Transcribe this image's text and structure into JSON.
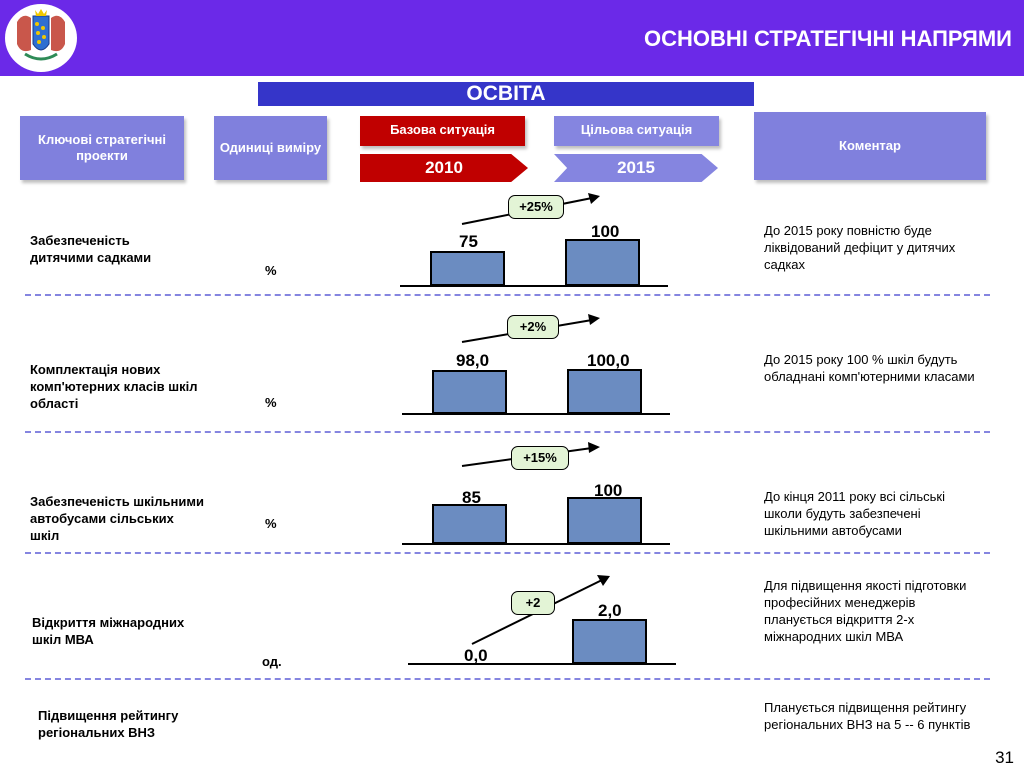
{
  "header": {
    "title": "ОСНОВНІ СТРАТЕГІЧНІ НАПРЯМИ",
    "logo_icon": "dnipropetrovsk-oblast-coat-of-arms"
  },
  "section": {
    "title": "ОСВІТА"
  },
  "columns": {
    "projects": "Ключові стратегічні проекти",
    "units": "Одиниці виміру",
    "base_situation": "Базова ситуація",
    "target_situation": "Цільова ситуація",
    "comment": "Коментар",
    "base_year": "2010",
    "target_year": "2015"
  },
  "rows": [
    {
      "project": "Забезпеченість дитячими садками",
      "unit": "%",
      "base": "75",
      "target": "100",
      "change": "+25%",
      "base_value": 75,
      "target_value": 100,
      "comment": "До 2015 року повністю буде ліквідований дефіцит у дитячих садках"
    },
    {
      "project": "Комплектація нових комп'ютерних класів шкіл області",
      "unit": "%",
      "base": "98,0",
      "target": "100,0",
      "change": "+2%",
      "base_value": 98,
      "target_value": 100,
      "comment": "До 2015 року 100 % шкіл будуть обладнані комп'ютерними класами"
    },
    {
      "project": "Забезпеченість шкільними автобусами сільських шкіл",
      "unit": "%",
      "base": "85",
      "target": "100",
      "change": "+15%",
      "base_value": 85,
      "target_value": 100,
      "comment": "До кінця 2011 року всі сільські школи будуть забезпечені шкільними автобусами"
    },
    {
      "project": "Відкриття міжнародних шкіл МВА",
      "unit": "од.",
      "base": "0,0",
      "target": "2,0",
      "change": "+2",
      "base_value": 0,
      "target_value": 2,
      "comment": "Для підвищення якості підготовки професійних менеджерів планується відкриття 2-х міжнародних шкіл МВА"
    },
    {
      "project": "Підвищення рейтингу регіональних ВНЗ",
      "unit": "",
      "base": "",
      "target": "",
      "change": "",
      "comment": "Планується підвищення рейтингу регіональних ВНЗ на 5 -- 6 пунктів"
    }
  ],
  "colors": {
    "header": "#6b29e8",
    "section": "#3535c9",
    "colhead": "#8080dd",
    "base": "#c00000",
    "target": "#8585e0",
    "bar": "#6b8cc1"
  },
  "page": {
    "number": "31"
  }
}
